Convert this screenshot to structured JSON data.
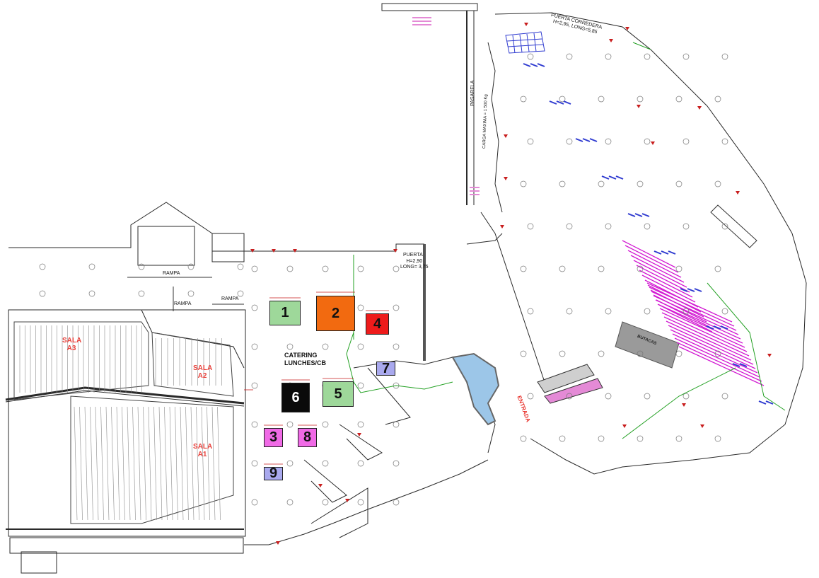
{
  "booths": [
    {
      "id": "b1",
      "label": "1",
      "color": "#9ed89a",
      "text": "#111111"
    },
    {
      "id": "b2",
      "label": "2",
      "color": "#f26a10",
      "text": "#111111"
    },
    {
      "id": "b3",
      "label": "3",
      "color": "#f06ae6",
      "text": "#111111"
    },
    {
      "id": "b4",
      "label": "4",
      "color": "#ee1b1b",
      "text": "#111111"
    },
    {
      "id": "b5",
      "label": "5",
      "color": "#9ed89a",
      "text": "#111111"
    },
    {
      "id": "b6",
      "label": "6",
      "color": "#0a0a0a",
      "text": "#ffffff"
    },
    {
      "id": "b7",
      "label": "7",
      "color": "#a9a9ee",
      "text": "#111111"
    },
    {
      "id": "b8",
      "label": "8",
      "color": "#f06ae6",
      "text": "#111111"
    },
    {
      "id": "b9",
      "label": "9",
      "color": "#a9a9ee",
      "text": "#111111"
    }
  ],
  "labels": {
    "sala_a3_line1": "SALA",
    "sala_a3_line2": "A3",
    "sala_a2_line1": "SALA",
    "sala_a2_line2": "A2",
    "sala_a1_line1": "SALA",
    "sala_a1_line2": "A1",
    "catering_line1": "CATERING",
    "catering_line2": "LUNCHES/CB",
    "rampa": "RAMPA",
    "puerta": "PUERTA",
    "puerta_dims_line1": "H=2,90",
    "puerta_dims_line2": "LONG= 3,75",
    "puerta_corredera_line1": "PUERTA CORREDERA",
    "puerta_corredera_line2": "H=2,95, LONG=5,85",
    "pasarela": "PASARELA",
    "carga_maxima": "CARGA MAXIMA = 1 500 Kg",
    "butacas": "BUTACAS",
    "entrada": "ENTRADA"
  },
  "colors": {
    "line": "#2a2a2a",
    "seat_magenta": "#d21ad2",
    "blue_mark": "#2f3bd0",
    "red_mark": "#c81e1e",
    "green_line": "#22a022",
    "water_blue": "#9cc6e8",
    "stair_pink": "#e48ad6",
    "grey_fill": "#9a9a9a"
  }
}
